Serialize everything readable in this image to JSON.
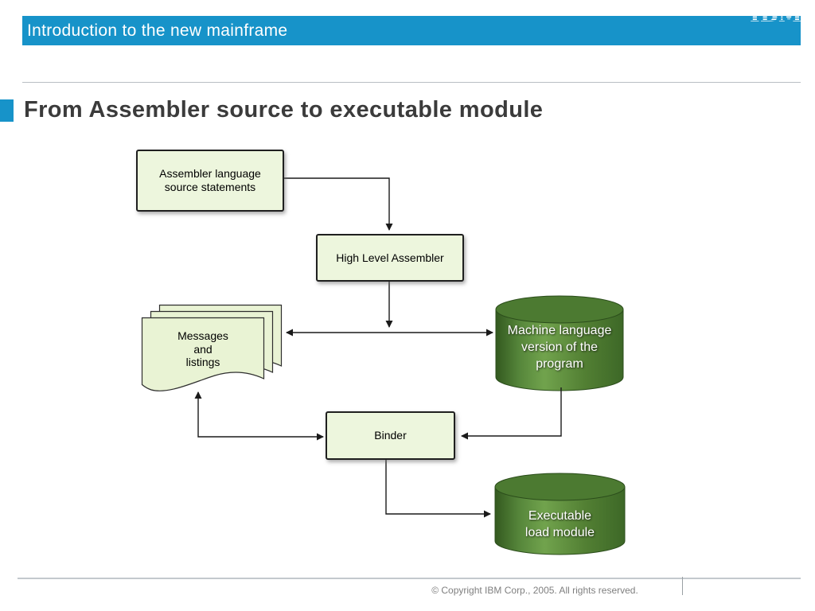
{
  "header": {
    "title": "Introduction to the new mainframe",
    "logo_text": "IBM",
    "bar_color": "#1793C9"
  },
  "slide_title": "From Assembler source to executable module",
  "diagram": {
    "nodes": [
      {
        "id": "assembler-source",
        "shape": "box",
        "label": "Assembler language\nsource statements"
      },
      {
        "id": "high-level-assembler",
        "shape": "box",
        "label": "High Level Assembler"
      },
      {
        "id": "messages-listings",
        "shape": "document-stack",
        "label": "Messages\nand\nlistings"
      },
      {
        "id": "machine-language",
        "shape": "cylinder",
        "label": "Machine language\nversion of the\nprogram"
      },
      {
        "id": "binder",
        "shape": "box",
        "label": "Binder"
      },
      {
        "id": "executable-load-module",
        "shape": "cylinder",
        "label": "Executable\nload module"
      }
    ],
    "connectors": [
      {
        "from": "assembler-source",
        "to": "high-level-assembler"
      },
      {
        "from": "high-level-assembler",
        "to": "messages-listings"
      },
      {
        "from": "high-level-assembler",
        "to": "machine-language"
      },
      {
        "from": "machine-language",
        "to": "binder"
      },
      {
        "from": "binder",
        "to": "messages-listings"
      },
      {
        "from": "binder",
        "to": "executable-load-module"
      }
    ]
  },
  "footer": {
    "copyright": "© Copyright IBM Corp., 2005. All rights reserved."
  },
  "colors": {
    "header_bar": "#1793C9",
    "accent_square": "#1793C9",
    "title_text": "#3B3B3B",
    "box_fill": "#EDF6DD",
    "document_fill": "#E9F3D4",
    "cylinder_dark": "#33591F",
    "cylinder_light": "#71A34D",
    "line_color": "#1A1A1A",
    "footer_text": "#7F7F7F"
  }
}
